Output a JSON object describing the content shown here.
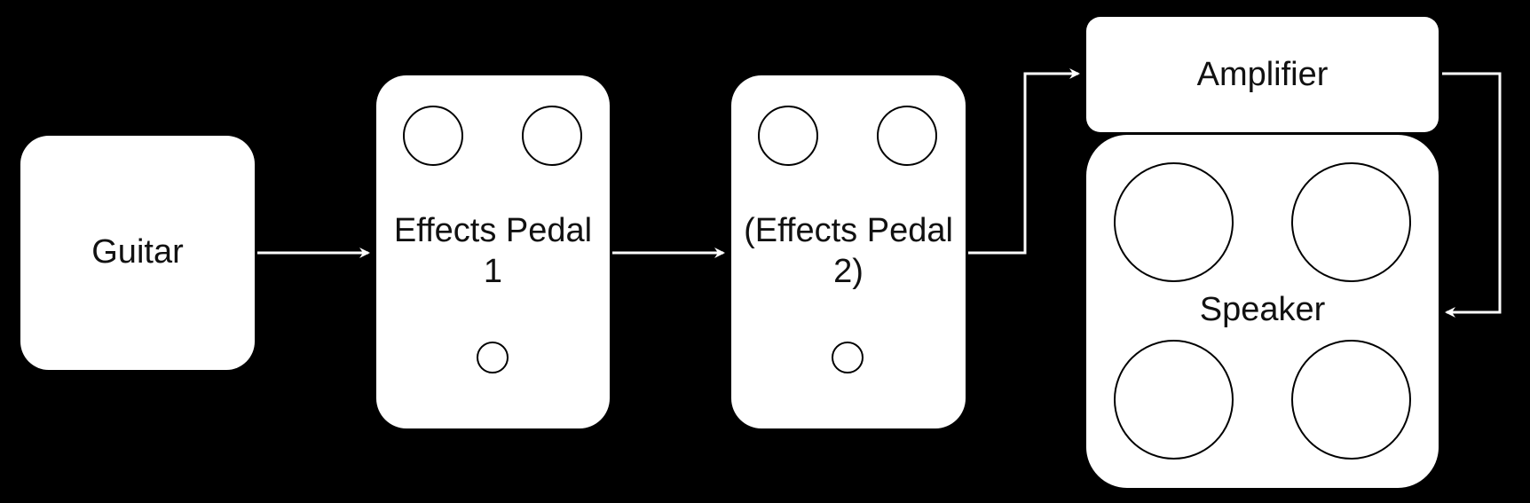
{
  "diagram": {
    "background": "#000000",
    "block_color": "#ffffff",
    "wire_color": "#ffffff",
    "nodes": {
      "guitar": {
        "label": "Guitar"
      },
      "pedal1": {
        "label": "Effects Pedal\n1"
      },
      "pedal2": {
        "label": "(Effects Pedal\n2)"
      },
      "amplifier": {
        "label": "Amplifier"
      },
      "speaker": {
        "label": "Speaker"
      }
    },
    "edges": [
      {
        "from": "Guitar",
        "to": "Effects Pedal 1"
      },
      {
        "from": "Effects Pedal 1",
        "to": "(Effects Pedal 2)"
      },
      {
        "from": "(Effects Pedal 2)",
        "to": "Amplifier"
      },
      {
        "from": "Amplifier",
        "to": "Speaker"
      }
    ]
  }
}
